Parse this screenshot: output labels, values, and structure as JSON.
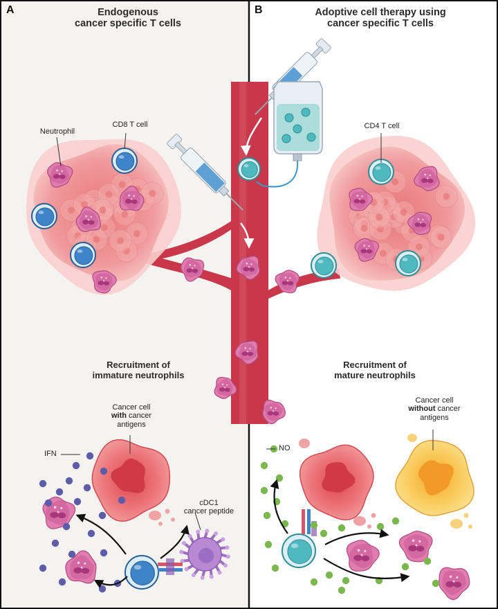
{
  "panel_a": {
    "letter": "A",
    "title_line1": "Endogenous",
    "title_line2": "cancer specific T cells",
    "label_neutrophil": "Neutrophil",
    "label_cd8": "CD8 T cell",
    "recruit_line1": "Recruitment of",
    "recruit_line2": "immature neutrophils",
    "cancer_line1": "Cancer cell",
    "cancer_bold": "with",
    "cancer_line2_rest": " cancer",
    "cancer_line3": "antigens",
    "label_ifn": "IFN",
    "label_cdc1_line1": "cDC1",
    "label_cdc1_line2": "cancer peptide"
  },
  "panel_b": {
    "letter": "B",
    "title_line1": "Adoptive cell therapy using",
    "title_line2": "cancer specific T cells",
    "label_cd4": "CD4 T cell",
    "recruit_line1": "Recruitment of",
    "recruit_line2": "mature neutrophils",
    "label_no": "NO",
    "cancer_line1": "Cancer cell",
    "cancer_bold": "without",
    "cancer_line2_rest": " cancer",
    "cancer_line3": "antigens"
  },
  "colors": {
    "left_bg": "#f5f3ef",
    "right_bg": "#ffffff",
    "vessel": "#c9384a",
    "tumor": "#f1a3a5",
    "neutrophil": "#d9659c",
    "tcell_blue": "#3f84c9",
    "tcell_teal": "#4fb9bf",
    "cancer_red": "#e9666b",
    "cancer_yellow": "#f8c85a",
    "ifn_dots": "#5c5ca8",
    "no_dots": "#7ab84e",
    "cdc1": "#b889d2"
  }
}
